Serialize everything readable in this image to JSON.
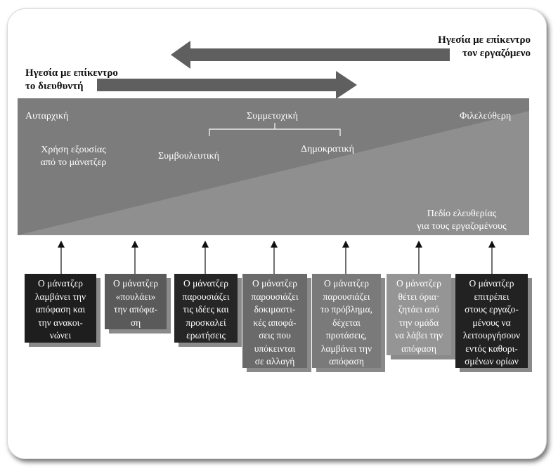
{
  "top_left_label": [
    "Ηγεσία με επίκεντρο",
    "το διευθυντή"
  ],
  "top_right_label": [
    "Ηγεσία με επίκεντρο",
    "τον εργαζόμενο"
  ],
  "band": {
    "left_heading": "Αυταρχική",
    "center_heading": "Συμμετοχική",
    "right_heading": "Φιλελεύθερη",
    "sub_consultative": "Συμβουλευτική",
    "sub_democratic": "Δημοκρατική",
    "manager_authority": [
      "Χρήση εξουσίας",
      "από το μάνατζερ"
    ],
    "employee_freedom": [
      "Πεδίο ελευθερίας",
      "για τους εργαζομένους"
    ]
  },
  "boxes": [
    {
      "lines": [
        "Ο μάνατζερ",
        "λαμβάνει την",
        "απόφαση και",
        "την ανακοι-",
        "νώνει"
      ],
      "color": "#1e1e1e"
    },
    {
      "lines": [
        "Ο μάνατζερ",
        "«πουλάει»",
        "την απόφα-",
        "ση"
      ],
      "color": "#5a5a5a"
    },
    {
      "lines": [
        "Ο μάνατζερ",
        "παρουσιάζει",
        "τις ιδέες και",
        "προσκαλεί",
        "ερωτήσεις"
      ],
      "color": "#262626"
    },
    {
      "lines": [
        "Ο μάνατζερ",
        "παρουσιάζει",
        "δοκιμαστι-",
        "κές αποφά-",
        "σεις που",
        "υπόκεινται",
        "σε αλλαγή"
      ],
      "color": "#6a6a6a"
    },
    {
      "lines": [
        "Ο μάνατζερ",
        "παρουσιάζει",
        "το πρόβλημα,",
        "δέχεται",
        "προτάσεις,",
        "λαμβάνει την",
        "απόφαση"
      ],
      "color": "#7a7a7a"
    },
    {
      "lines": [
        "Ο μάνατζερ",
        "θέτει όρια·",
        "ζητάει από",
        "την ομάδα",
        "να λάβει την",
        "απόφαση"
      ],
      "color": "#959595"
    },
    {
      "lines": [
        "Ο μάνατζερ",
        "επιτρέπει",
        "στους εργαζο-",
        "μένους να",
        "λειτουργήσουν",
        "εντός καθορι-",
        "σμένων ορίων"
      ],
      "color": "#222222"
    }
  ]
}
